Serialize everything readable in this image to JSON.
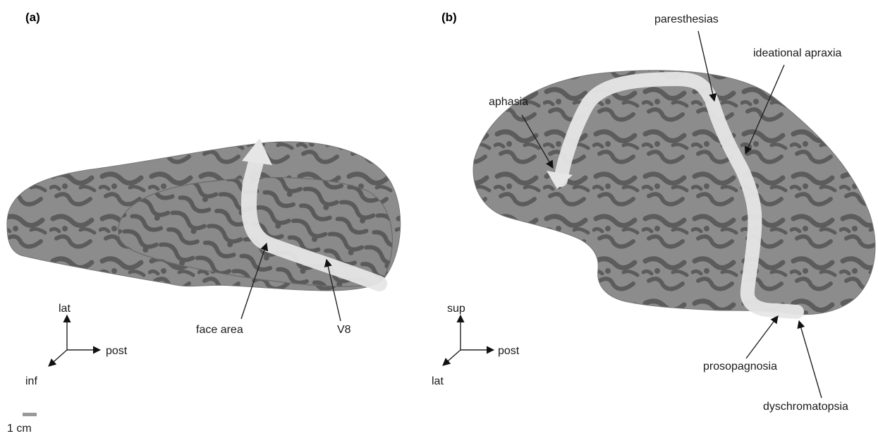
{
  "panels": {
    "a": {
      "label": "(a)",
      "axes": {
        "up": "lat",
        "right": "post",
        "diag": "inf"
      },
      "annotations": {
        "face": "face area",
        "v8": "V8"
      },
      "scale_bar": "1 cm"
    },
    "b": {
      "label": "(b)",
      "axes": {
        "up": "sup",
        "right": "post",
        "diag": "lat"
      },
      "annotations": {
        "paresthesias": "paresthesias",
        "ideational": "ideational apraxia",
        "aphasia": "aphasia",
        "prosopagnosia": "prosopagnosia",
        "dyschromatopsia": "dyschromatopsia"
      }
    }
  },
  "colors": {
    "cortex_light": "#8c8c8c",
    "cortex_dark": "#5c5c5c",
    "pathway": "#e6e6e6",
    "scale_bar": "#9a9a9a"
  }
}
